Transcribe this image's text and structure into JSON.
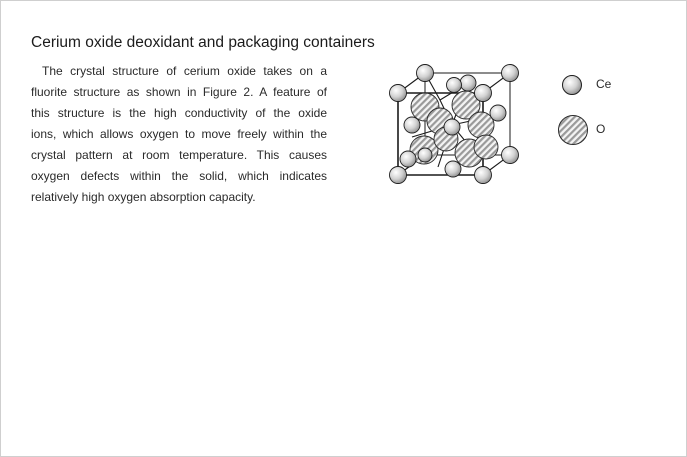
{
  "heading": "Cerium oxide deoxidant and packaging containers",
  "paragraph_lines": [
    "The crystal structure of cerium oxide takes on a",
    "fluorite structure as shown in Figure 2. A feature of",
    "this structure is the high conductivity of the oxide",
    "ions, which allows oxygen to move freely within the",
    "crystal pattern at room temperature. This causes",
    "oxygen defects within the solid, which indicates",
    "relatively high oxygen absorption capacity."
  ],
  "legend": {
    "cerium_label": "Ce",
    "oxygen_label": "O"
  }
}
